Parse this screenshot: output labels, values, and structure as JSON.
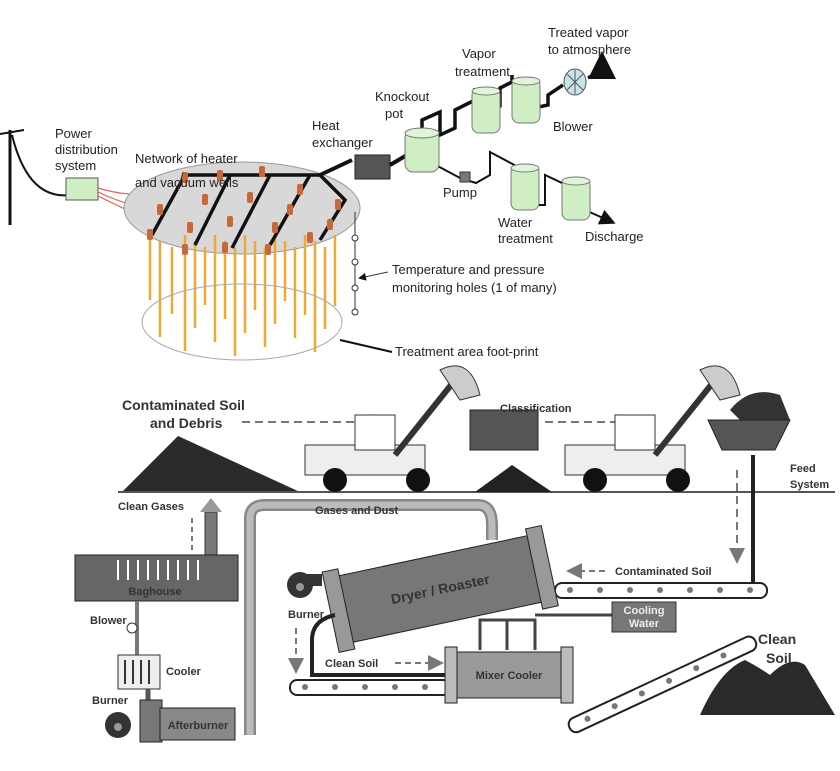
{
  "top": {
    "power": [
      "Power",
      "distribution",
      "system"
    ],
    "network": [
      "Network of heater",
      "and vacuum wells"
    ],
    "heat_exchanger": [
      "Heat",
      "exchanger"
    ],
    "knockout": [
      "Knockout",
      "pot"
    ],
    "vapor_treatment": [
      "Vapor",
      "treatment"
    ],
    "treated_vapor": [
      "Treated vapor",
      "to atmosphere"
    ],
    "blower": "Blower",
    "pump": "Pump",
    "water_treatment": [
      "Water",
      "treatment"
    ],
    "discharge": "Discharge",
    "monitoring": [
      "Temperature and pressure",
      "monitoring holes (1 of many)"
    ],
    "footprint": "Treatment area foot-print"
  },
  "bottom": {
    "contaminated_debris": [
      "Contaminated Soil",
      "and Debris"
    ],
    "classification": "Classification",
    "feed_system": [
      "Feed",
      "System"
    ],
    "clean_gases": "Clean Gases",
    "gases_dust": "Gases and Dust",
    "baghouse": "Baghouse",
    "blower": "Blower",
    "cooler": "Cooler",
    "burner_left": "Burner",
    "afterburner": "Afterburner",
    "dryer": "Dryer / Roaster",
    "burner_dryer": "Burner",
    "contaminated_soil": "Contaminated Soil",
    "cooling_water": [
      "Cooling",
      "Water"
    ],
    "clean_soil_conveyor": "Clean Soil",
    "mixer_cooler": "Mixer Cooler",
    "clean_soil_pile": [
      "Clean",
      "Soil"
    ]
  },
  "colors": {
    "green": "#cfeec4",
    "orange": "#f0a830",
    "heater": "#c8683a",
    "gray_metal": "#888888",
    "dark": "#333333"
  }
}
